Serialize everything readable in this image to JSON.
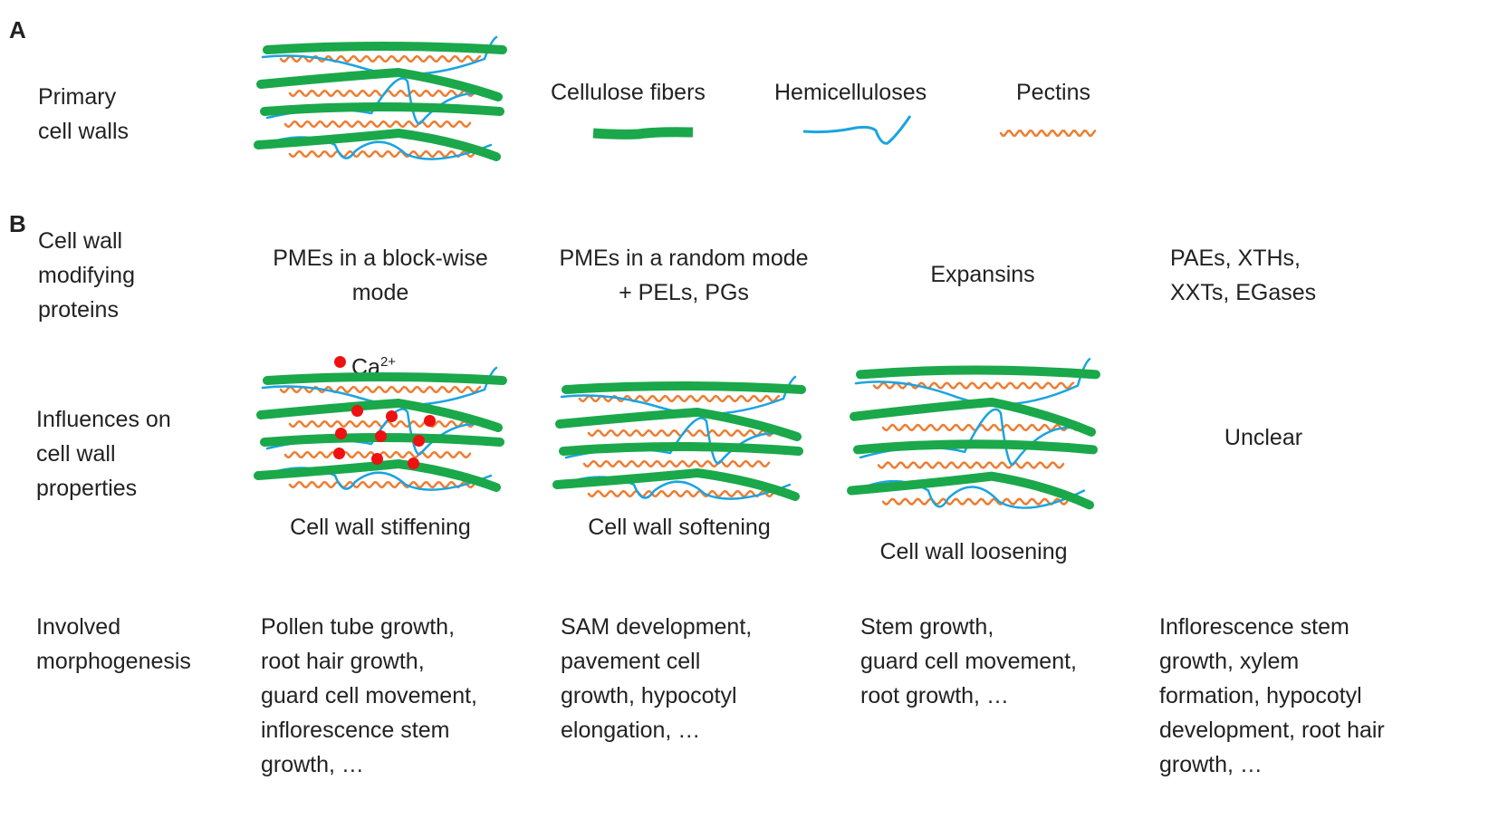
{
  "panel_a": {
    "label": "A",
    "row_label": "Primary\ncell walls",
    "legend": {
      "cellulose": "Cellulose fibers",
      "hemicellulose": "Hemicelluloses",
      "pectin": "Pectins"
    }
  },
  "panel_b": {
    "label": "B",
    "row_labels": {
      "proteins": "Cell wall\nmodifying\nproteins",
      "influences": "Influences on\ncell wall\nproperties",
      "morphogenesis": "Involved\nmorphogenesis"
    },
    "columns": [
      {
        "proteins": "PMEs in a block-wise\nmode",
        "effect": "Cell wall stiffening",
        "morphogenesis": "Pollen tube growth,\nroot hair growth,\nguard cell movement,\ninflorescence stem\ngrowth, …"
      },
      {
        "proteins": "PMEs in a random mode\n+ PELs, PGs",
        "effect": "Cell wall softening",
        "morphogenesis": "SAM development,\npavement cell\ngrowth, hypocotyl\nelongation, …"
      },
      {
        "proteins": "Expansins",
        "effect": "Cell wall loosening",
        "morphogenesis": "Stem growth,\nguard cell movement,\nroot growth, …"
      },
      {
        "proteins": "PAEs, XTHs,\nXXTs, EGases",
        "effect": "Unclear",
        "morphogenesis": "Inflorescence stem\ngrowth, xylem\nformation, hypocotyl\ndevelopment, root hair\ngrowth, …"
      }
    ],
    "calcium": {
      "symbol": "Ca",
      "charge": "2+"
    }
  },
  "colors": {
    "cellulose": "#1aa84a",
    "hemicellulose": "#1aa4e0",
    "pectin": "#ed7d31",
    "calcium": "#ee1111",
    "text": "#222222"
  }
}
